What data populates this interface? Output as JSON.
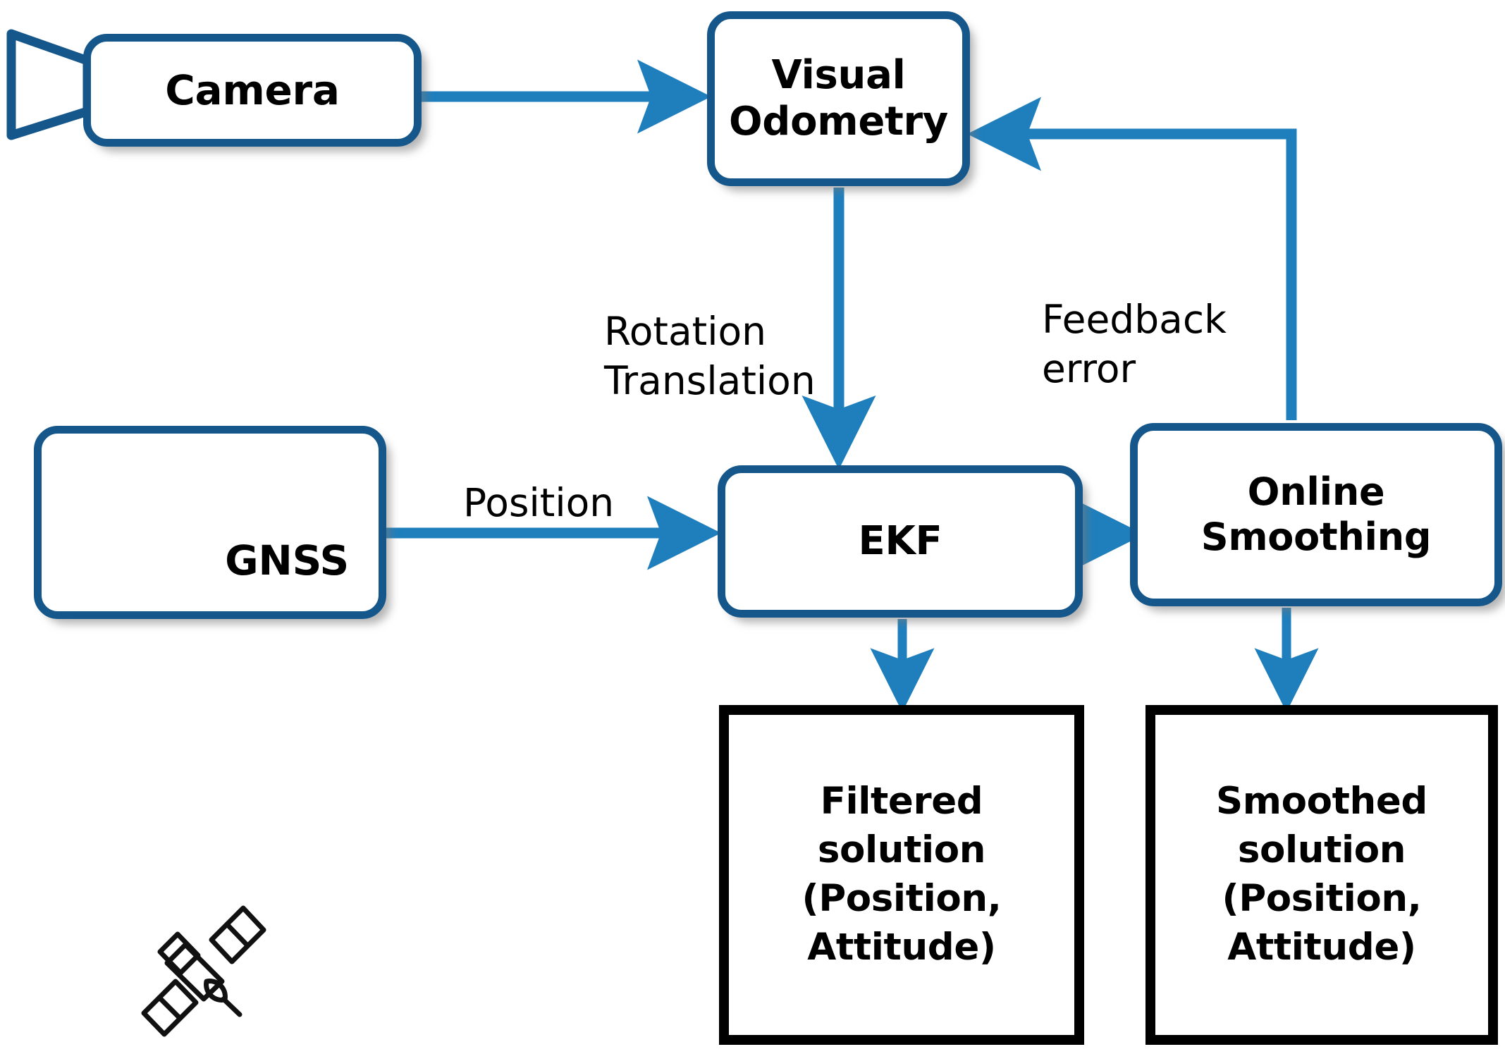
{
  "diagram": {
    "title": "Visual Odometry / GNSS EKF fusion block diagram",
    "colors": {
      "box_border_blue": "#15578a",
      "arrow_blue": "#1f7fbd",
      "outbox_border_black": "#000000",
      "text_black": "#000000",
      "background": "#ffffff"
    }
  },
  "nodes": {
    "camera": {
      "label": "Camera",
      "icon": "camera-icon"
    },
    "visual_odometry": {
      "label": "Visual\nOdometry"
    },
    "gnss": {
      "label": "GNSS",
      "icon": "satellite-icon"
    },
    "ekf": {
      "label": "EKF"
    },
    "online_smoothing": {
      "label": "Online\nSmoothing"
    }
  },
  "outputs": {
    "filtered": {
      "label": "Filtered\nsolution\n(Position,\nAttitude)"
    },
    "smoothed": {
      "label": "Smoothed\nsolution\n(Position,\nAttitude)"
    }
  },
  "edge_labels": {
    "rotation_translation": "Rotation\nTranslation",
    "feedback_error": "Feedback\nerror",
    "position": "Position"
  },
  "edges": [
    {
      "from": "camera",
      "to": "visual_odometry",
      "label": ""
    },
    {
      "from": "visual_odometry",
      "to": "ekf",
      "label": "Rotation Translation"
    },
    {
      "from": "gnss",
      "to": "ekf",
      "label": "Position"
    },
    {
      "from": "ekf",
      "to": "online_smoothing",
      "label": ""
    },
    {
      "from": "online_smoothing",
      "to": "visual_odometry",
      "label": "Feedback error"
    },
    {
      "from": "ekf",
      "to": "filtered",
      "label": ""
    },
    {
      "from": "online_smoothing",
      "to": "smoothed",
      "label": ""
    }
  ]
}
